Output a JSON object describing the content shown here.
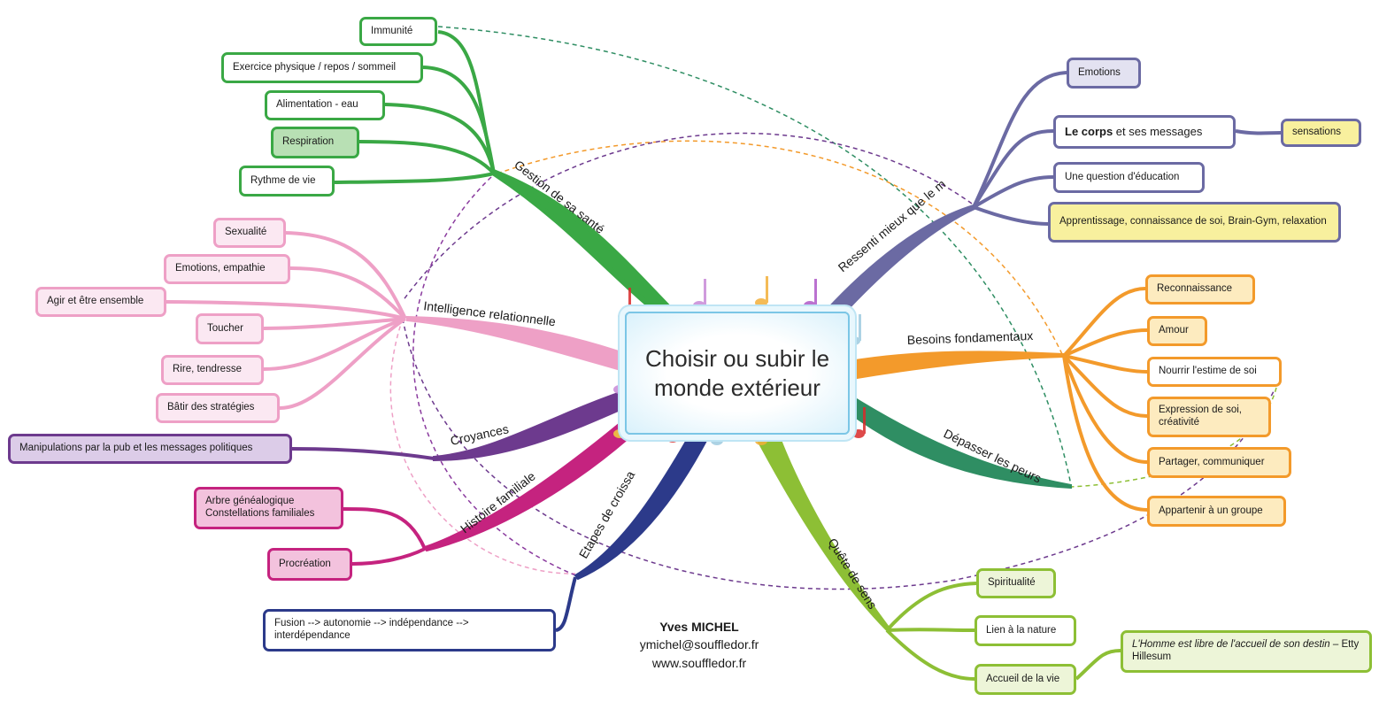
{
  "center": {
    "line1": "Choisir ou subir le",
    "line2": "monde extérieur"
  },
  "branches": {
    "sante": "Gestion de sa santé",
    "relationnelle": "Intelligence relationnelle",
    "croyances": "Croyances",
    "familiale": "Histoire familiale",
    "etapes": "Etapes de croissa",
    "ressenti": "Ressenti mieux que le m",
    "besoins": "Besoins fondamentaux",
    "peurs": "Dépasser les peurs",
    "sens": "Quête de sens"
  },
  "nodes": {
    "immunite": "Immunité",
    "exercice": "Exercice physique / repos / sommeil",
    "alimentation": "Alimentation - eau",
    "respiration": "Respiration",
    "rythme": "Rythme de vie",
    "sexualite": "Sexualité",
    "emotions_empathie": "Emotions, empathie",
    "agir": "Agir et être ensemble",
    "toucher": "Toucher",
    "rire": "Rire, tendresse",
    "batir": "Bâtir des stratégies",
    "manipulations": "Manipulations par la pub et les messages politiques",
    "arbre_l1": "Arbre généalogique",
    "arbre_l2": "Constellations familiales",
    "procreation": "Procréation",
    "fusion": "Fusion --> autonomie --> indépendance --> interdépendance",
    "emotions": "Emotions",
    "corps_bold": "Le corps",
    "corps_rest": " et ses messages",
    "sensations": "sensations",
    "education": "Une question d'éducation",
    "apprentissage": "Apprentissage, connaissance de soi, Brain-Gym, relaxation",
    "reconnaissance": "Reconnaissance",
    "amour": "Amour",
    "estime": "Nourrir l'estime de soi",
    "expression": "Expression de soi, créativité",
    "partager": "Partager, communiquer",
    "appartenir": "Appartenir à un groupe",
    "spiritualite": "Spiritualité",
    "nature": "Lien à la nature",
    "accueil": "Accueil de la vie",
    "quote": "L'Homme est libre de l'accueil de son destin",
    "quote_author": " – Etty Hillesum"
  },
  "credit": {
    "name": "Yves MICHEL",
    "email": "ymichel@souffledor.fr",
    "web": "www.souffledor.fr"
  },
  "colors": {
    "sante": "#3aa845",
    "relationnelle": "#eea0c6",
    "croyances": "#6d3a8e",
    "familiale": "#c5237f",
    "etapes": "#2c3a8a",
    "ressenti": "#6b6aa3",
    "besoins": "#f39a2b",
    "peurs": "#2f8e63",
    "sens": "#8dbf35"
  }
}
